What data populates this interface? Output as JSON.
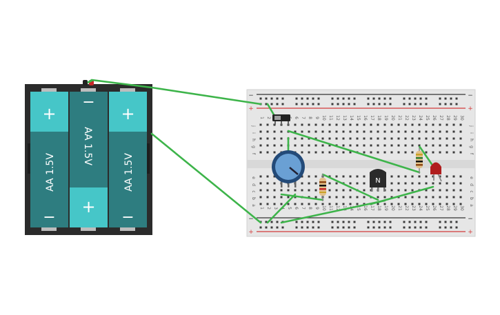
{
  "battery_pack": {
    "cells": [
      {
        "label": "AA 1.5V",
        "top_symbol": "+",
        "bottom_symbol": "−",
        "orientation": "up"
      },
      {
        "label": "AA 1.5V",
        "top_symbol": "−",
        "bottom_symbol": "+",
        "orientation": "down"
      },
      {
        "label": "AA 1.5V",
        "top_symbol": "+",
        "bottom_symbol": "−",
        "orientation": "up"
      }
    ],
    "colors": {
      "case": "#2b2b2b",
      "cell_body": "#2e7d80",
      "cell_cap": "#46c6c8"
    }
  },
  "breadboard": {
    "columns": [
      "1",
      "2",
      "3",
      "4",
      "5",
      "6",
      "7",
      "8",
      "9",
      "10",
      "11",
      "12",
      "13",
      "14",
      "15",
      "16",
      "17",
      "18",
      "19",
      "20",
      "21",
      "22",
      "23",
      "24",
      "25",
      "26",
      "27",
      "28",
      "29",
      "30"
    ],
    "rows_upper": [
      "j",
      "i",
      "h",
      "g",
      "f"
    ],
    "rows_lower": [
      "e",
      "d",
      "c",
      "b",
      "a"
    ],
    "rail_minus": "−",
    "rail_plus": "+",
    "colors": {
      "board": "#e6e6e6",
      "rail_red": "#d43a3a",
      "rail_black": "#333333",
      "hole": "#3a3a3a"
    }
  },
  "components": {
    "transistor_label": "N",
    "colors": {
      "wire": "#3db44a",
      "pot_knob": "#6aa0d4",
      "pot_body": "#234a78",
      "led": "#b01e1e",
      "switch": "#222222"
    }
  }
}
